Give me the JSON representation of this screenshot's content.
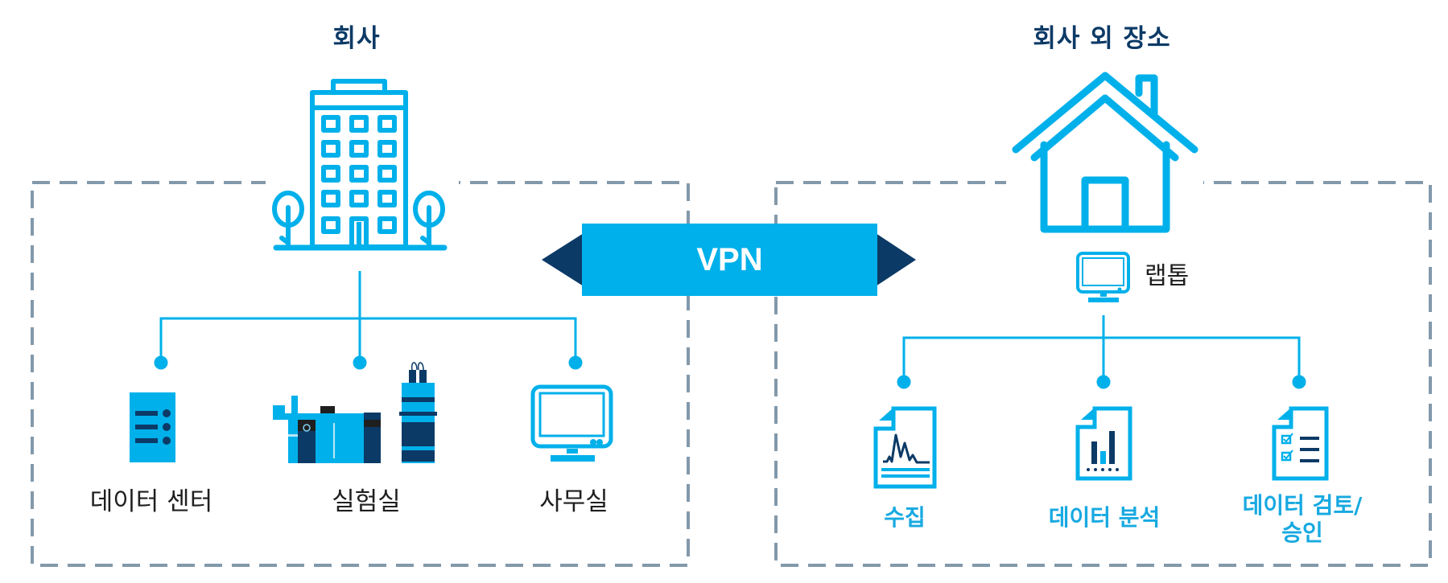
{
  "colors": {
    "primary": "#00b0ea",
    "navy": "#0c3a66",
    "dash": "#8299ab",
    "label": "#1f1f1f"
  },
  "company": {
    "title": "회사",
    "icon": "office-building-icon",
    "nodes": [
      {
        "label": "데이터 센터",
        "icon": "server-icon"
      },
      {
        "label": "실험실",
        "icon": "lab-instrument-icon"
      },
      {
        "label": "사무실",
        "icon": "desktop-monitor-icon"
      }
    ]
  },
  "remote": {
    "title": "회사 외 장소",
    "icon": "house-icon",
    "device": {
      "label": "랩톱",
      "icon": "laptop-monitor-icon"
    },
    "nodes": [
      {
        "label": "수집",
        "icon": "chromatogram-document-icon"
      },
      {
        "label": "데이터 분석",
        "icon": "bar-chart-document-icon"
      },
      {
        "label": "데이터 검토/",
        "label2": "승인",
        "icon": "checklist-document-icon"
      }
    ]
  },
  "connector": {
    "label": "VPN",
    "icon": "bidirectional-arrow-icon"
  }
}
